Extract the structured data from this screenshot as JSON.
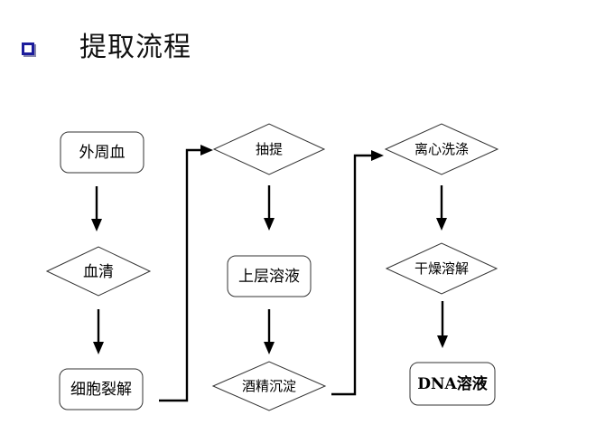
{
  "slide": {
    "title": "提取流程"
  },
  "flowchart": {
    "columns": [
      {
        "steps": [
          {
            "label": "外周血",
            "shape": "rounded-rect"
          },
          {
            "label": "血清",
            "shape": "diamond"
          },
          {
            "label": "细胞裂解",
            "shape": "rounded-rect"
          }
        ]
      },
      {
        "steps": [
          {
            "label": "抽提",
            "shape": "diamond"
          },
          {
            "label": "上层溶液",
            "shape": "rounded-rect"
          },
          {
            "label": "酒精沉淀",
            "shape": "diamond"
          }
        ]
      },
      {
        "steps": [
          {
            "label": "离心洗涤",
            "shape": "diamond"
          },
          {
            "label": "干燥溶解",
            "shape": "diamond"
          },
          {
            "label": "DNA溶液",
            "shape": "rounded-rect"
          }
        ]
      }
    ]
  }
}
